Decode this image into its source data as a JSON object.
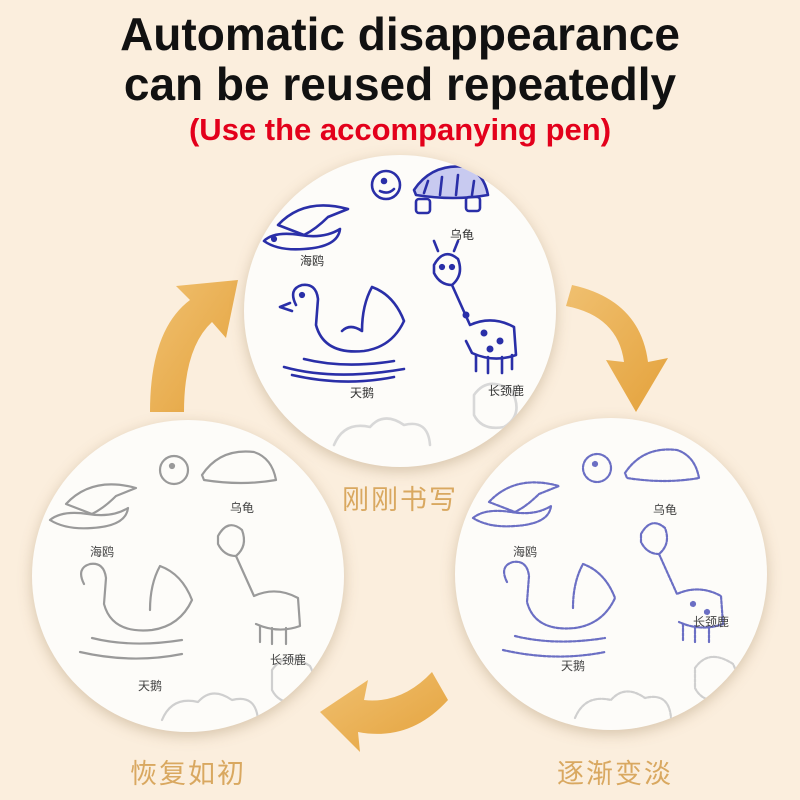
{
  "headline": {
    "line1": "Automatic disappearance",
    "line2": "can be reused repeatedly",
    "subline": "(Use the accompanying pen)"
  },
  "stages": {
    "written": "刚刚书写",
    "fading": "逐渐变淡",
    "restored": "恢复如初"
  },
  "animal_labels": {
    "seagull": "海鸥",
    "turtle": "乌龟",
    "giraffe": "长颈鹿",
    "swan": "天鹅"
  },
  "colors": {
    "headline": "#111111",
    "subline": "#e3001b",
    "stage_caption": "#d9a860",
    "arrow": "#e8ae4d",
    "ink_fresh": "#2a2fa8",
    "ink_fading": "#6b6fc4",
    "ink_gone": "#9a9a9a",
    "background": "#fbeedd"
  }
}
